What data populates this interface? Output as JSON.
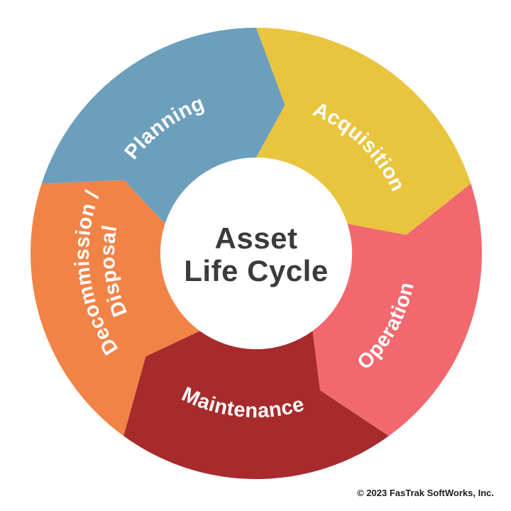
{
  "diagram": {
    "center_title": {
      "line1": "Asset",
      "line2": "Life Cycle"
    },
    "segments": [
      {
        "id": "planning",
        "label": "Planning",
        "color": "#6C9FBC"
      },
      {
        "id": "acquisition",
        "label": "Acquisition",
        "color": "#E9C53F"
      },
      {
        "id": "operation",
        "label": "Operation",
        "color": "#F2686F"
      },
      {
        "id": "maintenance",
        "label": "Maintenance",
        "color": "#A72B2C"
      },
      {
        "id": "decommission-disposal",
        "label_line1": "Decommission /",
        "label_line2": "Disposal",
        "color": "#F28347"
      }
    ],
    "flow_direction": "clockwise",
    "center_color": "#FFFFFF",
    "title_color": "#3B3B3D",
    "label_color": "#FFFFFF"
  },
  "footer": {
    "copyright": "© 2023 FasTrak SoftWorks, Inc."
  }
}
